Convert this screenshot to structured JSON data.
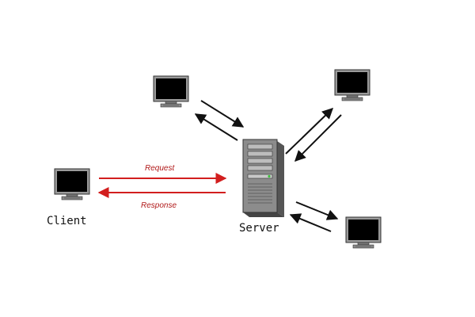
{
  "diagram": {
    "nodes": {
      "client": {
        "label": "Client"
      },
      "server": {
        "label": "Server"
      }
    },
    "links": {
      "request": {
        "label": "Request"
      },
      "response": {
        "label": "Response"
      }
    }
  },
  "colors": {
    "accent": "#d21e1e",
    "line": "#111111",
    "monitor_frame": "#9a9a9a",
    "screen": "#000000",
    "server_body": "#8c8c8c",
    "server_shadow": "#555555",
    "led": "#3ec23e",
    "background": "#ffffff"
  }
}
